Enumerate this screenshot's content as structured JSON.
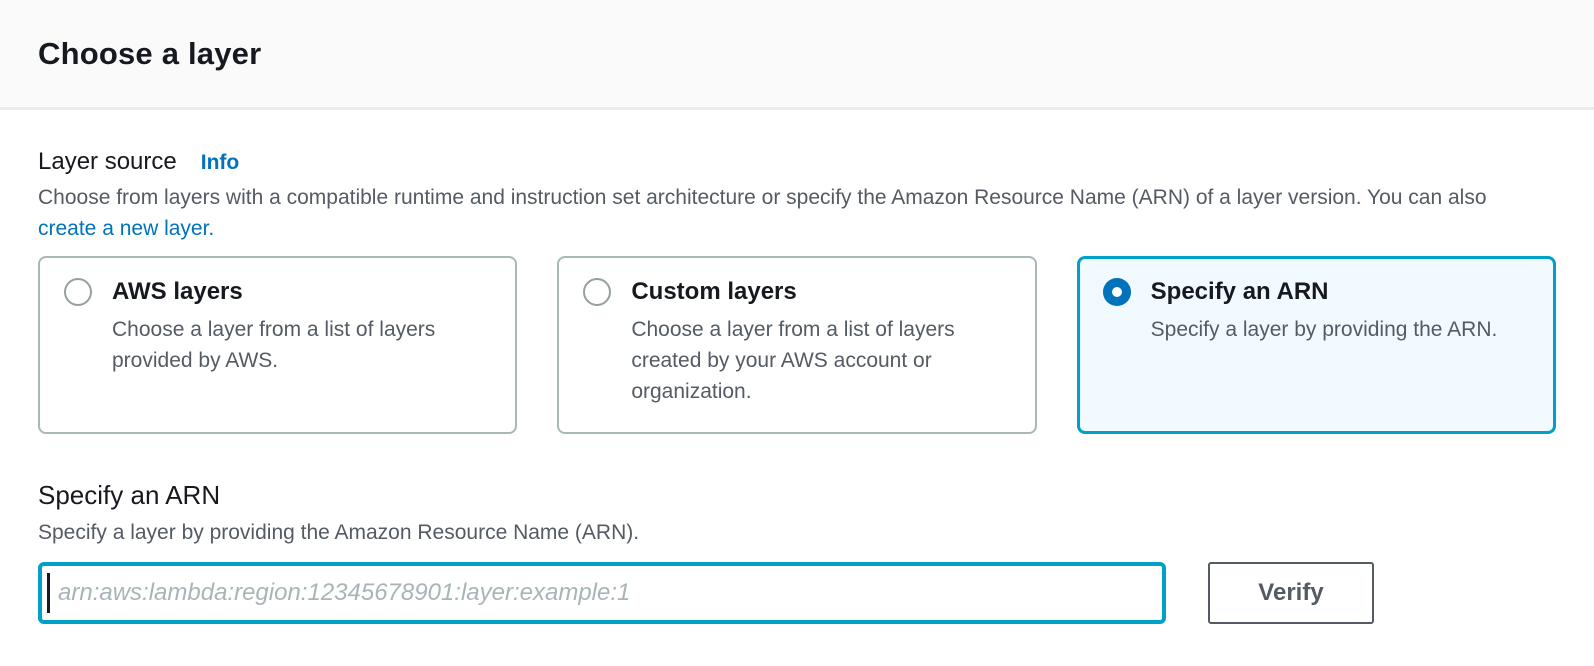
{
  "header": {
    "title": "Choose a layer"
  },
  "layer_source": {
    "label": "Layer source",
    "info_link": "Info",
    "description": "Choose from layers with a compatible runtime and instruction set architecture or specify the Amazon Resource Name (ARN) of a layer version. You can also ",
    "description_link": "create a new layer.",
    "options": [
      {
        "title": "AWS layers",
        "description": "Choose a layer from a list of layers provided by AWS.",
        "selected": false
      },
      {
        "title": "Custom layers",
        "description": "Choose a layer from a list of layers created by your AWS account or organization.",
        "selected": false
      },
      {
        "title": "Specify an ARN",
        "description": "Specify a layer by providing the ARN.",
        "selected": true
      }
    ]
  },
  "arn_section": {
    "title": "Specify an ARN",
    "description": "Specify a layer by providing the Amazon Resource Name (ARN).",
    "input_value": "",
    "input_placeholder": "arn:aws:lambda:region:12345678901:layer:example:1",
    "verify_button": "Verify"
  },
  "colors": {
    "link_blue": "#0073bb",
    "selected_border": "#00a1c9",
    "selected_background": "#f1faff",
    "radio_selected": "#0073bb",
    "primary_text": "#16191f",
    "secondary_text": "#545b64",
    "tile_border": "#aab7b8",
    "divider": "#eaeded"
  }
}
